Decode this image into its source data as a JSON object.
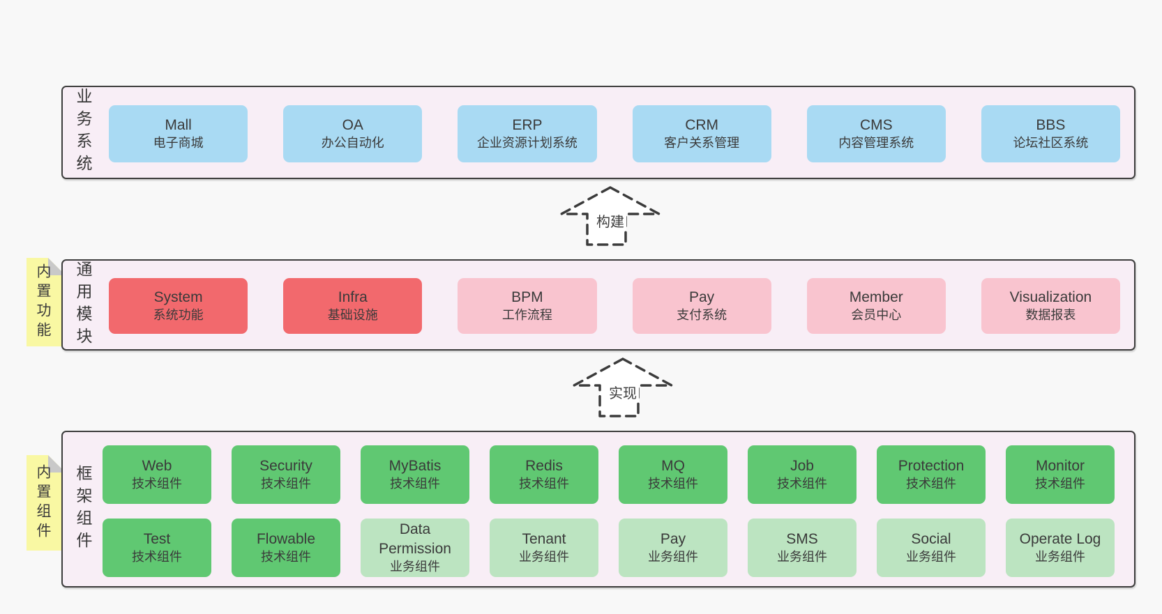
{
  "colors": {
    "page_bg": "#f8f8f8",
    "panel_bg": "#f8eef6",
    "panel_border": "#3d3d3d",
    "blue": "#a9daf3",
    "red": "#f2696d",
    "pink": "#f9c4cf",
    "green_dark": "#60c872",
    "green_light": "#bce4c1",
    "tab_yellow": "#f9f8a3",
    "tab_fold": "#c9c9c9",
    "text": "#373737"
  },
  "arrows": {
    "build": {
      "label": "构建"
    },
    "implement": {
      "label": "实现"
    }
  },
  "layers": {
    "business": {
      "side_label": "业务系统",
      "boxes": [
        {
          "name": "Mall",
          "desc": "电子商城",
          "variant": "blue"
        },
        {
          "name": "OA",
          "desc": "办公自动化",
          "variant": "blue"
        },
        {
          "name": "ERP",
          "desc": "企业资源计划系统",
          "variant": "blue"
        },
        {
          "name": "CRM",
          "desc": "客户关系管理",
          "variant": "blue"
        },
        {
          "name": "CMS",
          "desc": "内容管理系统",
          "variant": "blue"
        },
        {
          "name": "BBS",
          "desc": "论坛社区系统",
          "variant": "blue"
        }
      ]
    },
    "modules": {
      "side_label": "通用模块",
      "tab": "内置功能",
      "boxes": [
        {
          "name": "System",
          "desc": "系统功能",
          "variant": "red"
        },
        {
          "name": "Infra",
          "desc": "基础设施",
          "variant": "red"
        },
        {
          "name": "BPM",
          "desc": "工作流程",
          "variant": "pink"
        },
        {
          "name": "Pay",
          "desc": "支付系统",
          "variant": "pink"
        },
        {
          "name": "Member",
          "desc": "会员中心",
          "variant": "pink"
        },
        {
          "name": "Visualization",
          "desc": "数据报表",
          "variant": "pink"
        }
      ]
    },
    "components": {
      "side_label": "框架组件",
      "tab": "内置组件",
      "row1": [
        {
          "name": "Web",
          "desc": "技术组件",
          "variant": "green_dark"
        },
        {
          "name": "Security",
          "desc": "技术组件",
          "variant": "green_dark"
        },
        {
          "name": "MyBatis",
          "desc": "技术组件",
          "variant": "green_dark"
        },
        {
          "name": "Redis",
          "desc": "技术组件",
          "variant": "green_dark"
        },
        {
          "name": "MQ",
          "desc": "技术组件",
          "variant": "green_dark"
        },
        {
          "name": "Job",
          "desc": "技术组件",
          "variant": "green_dark"
        },
        {
          "name": "Protection",
          "desc": "技术组件",
          "variant": "green_dark"
        },
        {
          "name": "Monitor",
          "desc": "技术组件",
          "variant": "green_dark"
        }
      ],
      "row2": [
        {
          "name": "Test",
          "desc": "技术组件",
          "variant": "green_dark"
        },
        {
          "name": "Flowable",
          "desc": "技术组件",
          "variant": "green_dark"
        },
        {
          "name": "Data Permission",
          "desc": "业务组件",
          "variant": "green_light"
        },
        {
          "name": "Tenant",
          "desc": "业务组件",
          "variant": "green_light"
        },
        {
          "name": "Pay",
          "desc": "业务组件",
          "variant": "green_light"
        },
        {
          "name": "SMS",
          "desc": "业务组件",
          "variant": "green_light"
        },
        {
          "name": "Social",
          "desc": "业务组件",
          "variant": "green_light"
        },
        {
          "name": "Operate Log",
          "desc": "业务组件",
          "variant": "green_light"
        }
      ]
    }
  }
}
